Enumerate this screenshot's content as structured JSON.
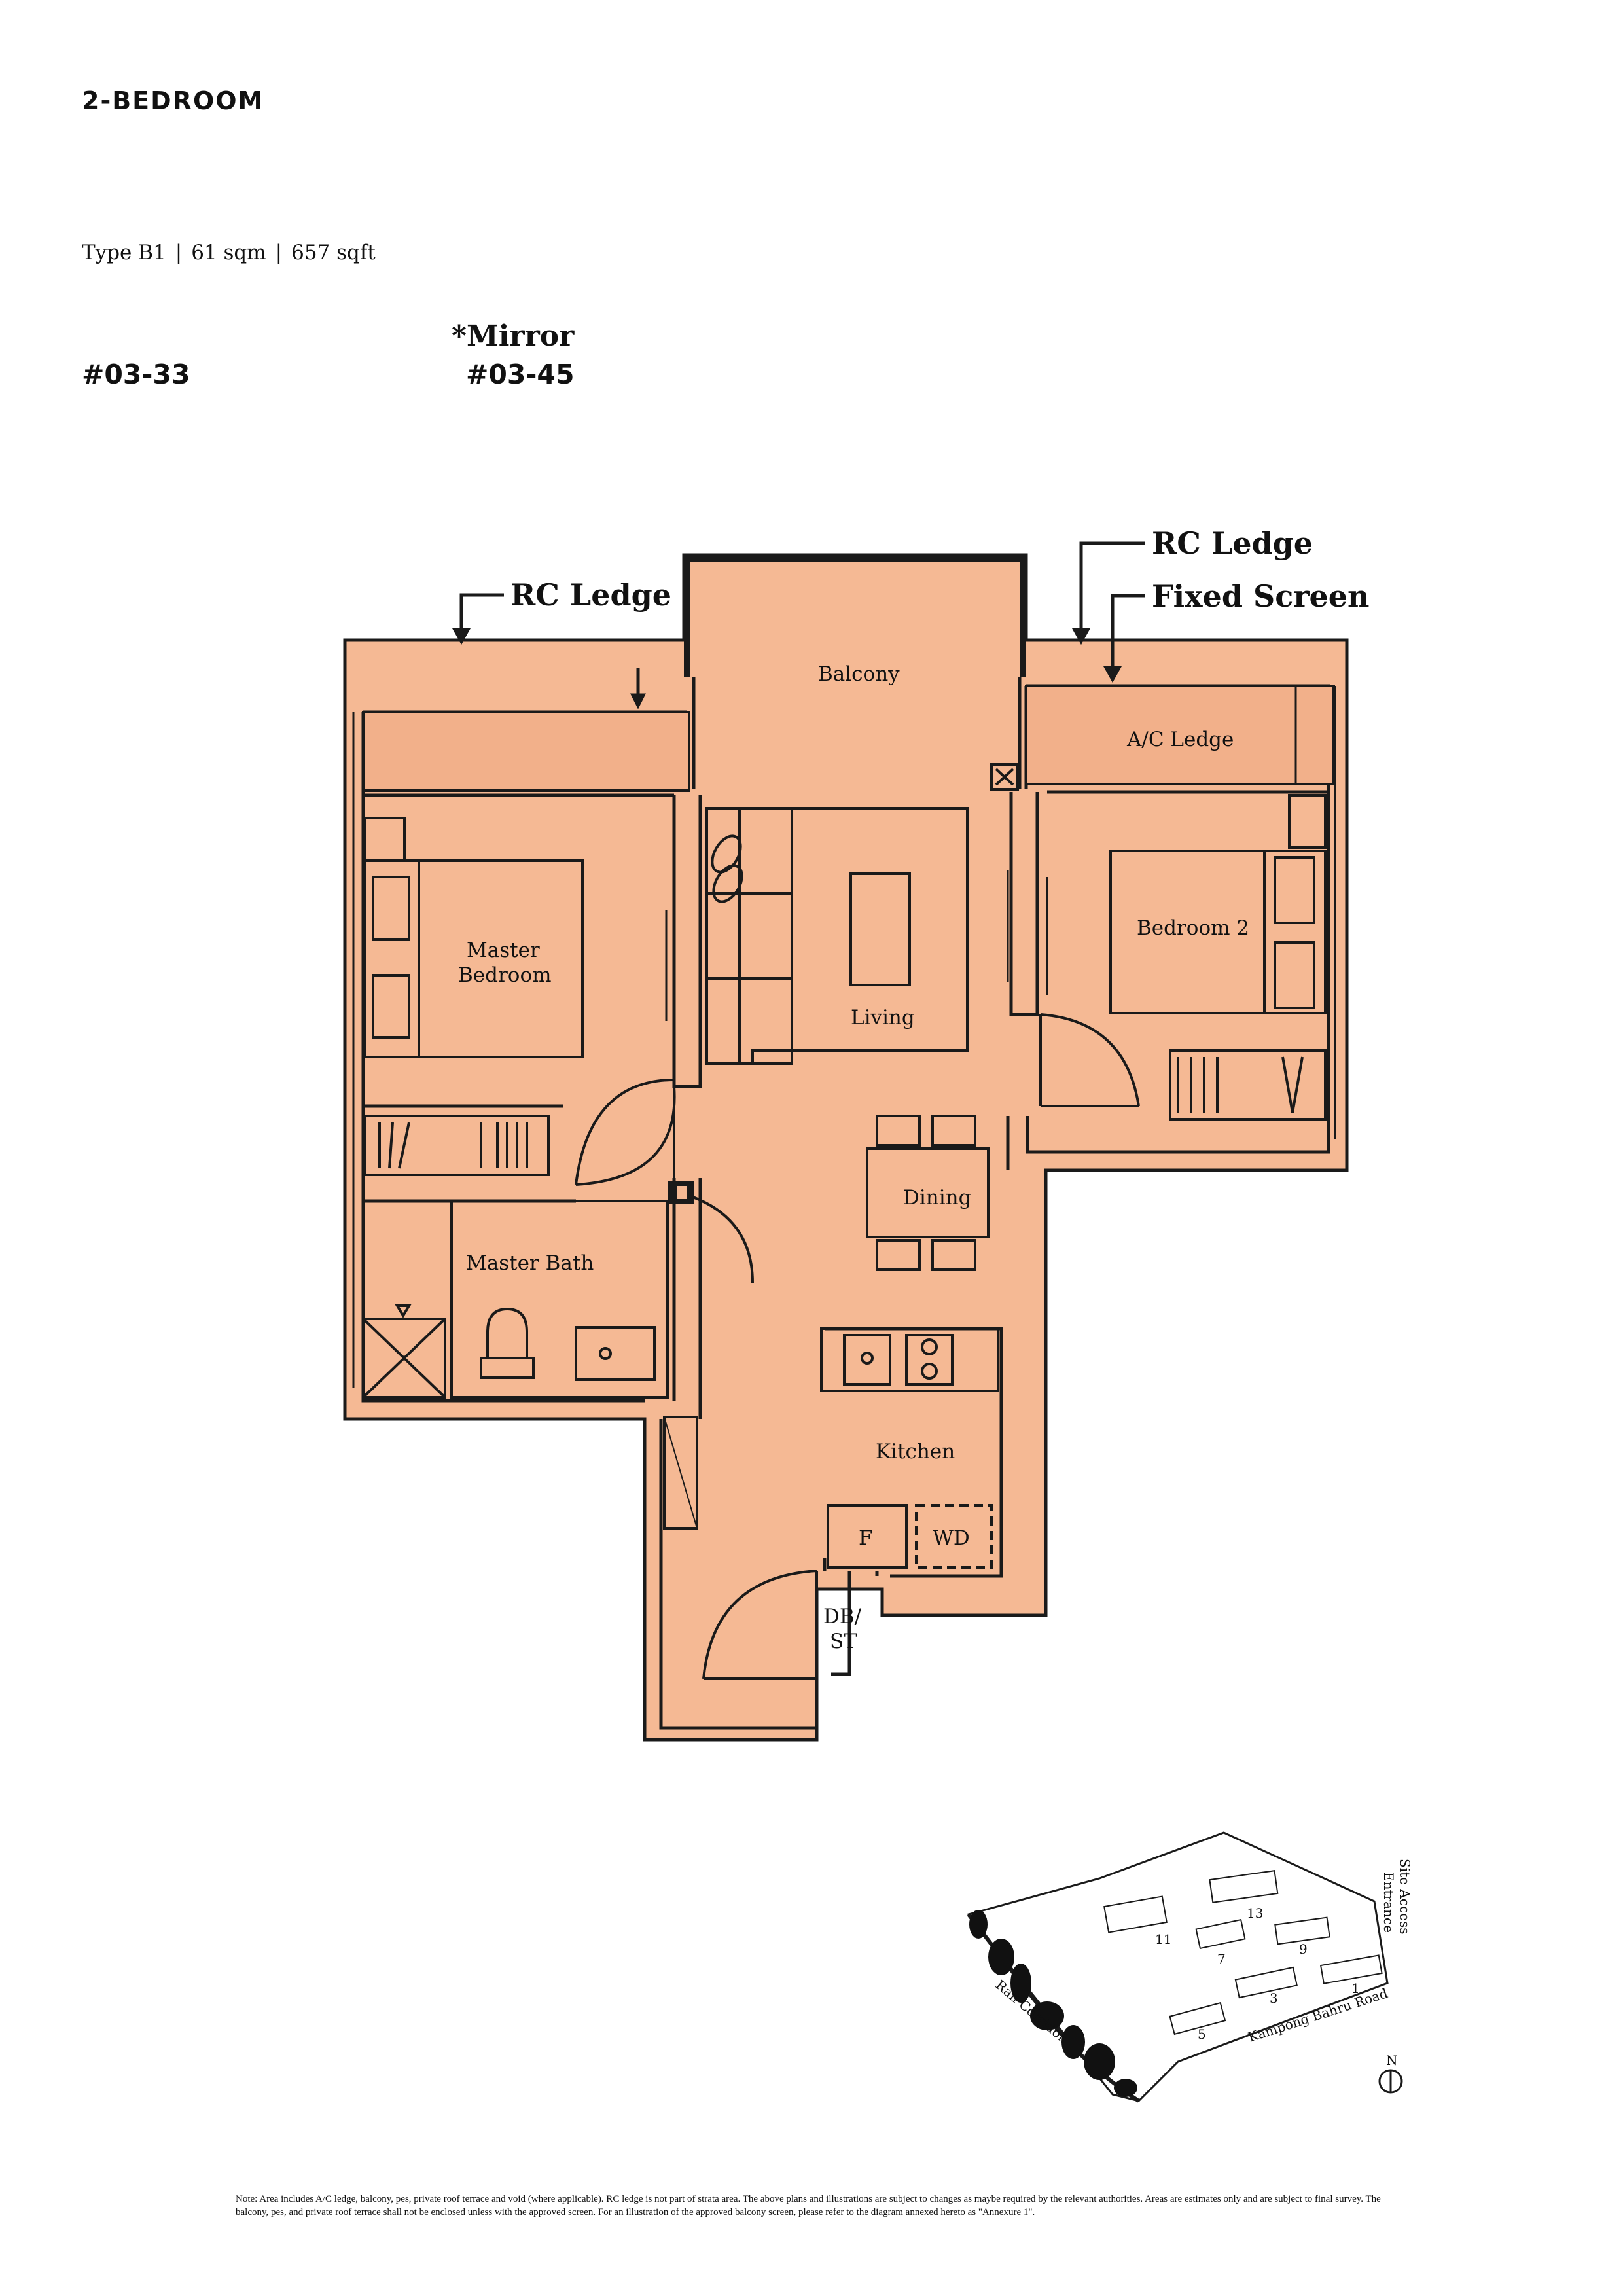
{
  "header": {
    "heading": "2-BEDROOM",
    "type": "Type B1",
    "sep": "|",
    "sqm": "61 sqm",
    "sqft": "657 sqft",
    "unit": "#03-33",
    "mirror_label": "*Mirror",
    "mirror_unit": "#03-45"
  },
  "callouts": {
    "rc_ledge_left": "RC Ledge",
    "rc_ledge_right": "RC Ledge",
    "fixed_screen": "Fixed Screen"
  },
  "rooms": {
    "balcony": "Balcony",
    "ac_ledge": "A/C Ledge",
    "master_bedroom_1": "Master",
    "master_bedroom_2": "Bedroom",
    "living": "Living",
    "bedroom2": "Bedroom 2",
    "dining": "Dining",
    "master_bath": "Master Bath",
    "kitchen": "Kitchen",
    "fridge": "F",
    "washer_dryer": "WD",
    "dbst_1": "DB/",
    "dbst_2": "ST"
  },
  "site_plan": {
    "blocks": [
      "1",
      "3",
      "5",
      "7",
      "9",
      "11",
      "13"
    ],
    "rail": "Rail Corridor",
    "road": "Kampong Bahru Road",
    "entrance_1": "Site Access",
    "entrance_2": "Entrance",
    "north": "N"
  },
  "note": "Note: Area includes A/C ledge, balcony, pes, private roof terrace and void (where applicable). RC ledge is not part of strata area. The above plans and illustrations are subject to changes as maybe required by the relevant authorities. Areas are estimates only and are subject to final survey. The balcony, pes, and private roof terrace shall not be enclosed unless with the approved screen. For an illustration of the approved balcony screen, please refer to the diagram annexed hereto as \"Annexure 1\".",
  "colors": {
    "fill": "#f5b994",
    "fill_dark": "#eeab85",
    "line": "#1a1a1a"
  }
}
